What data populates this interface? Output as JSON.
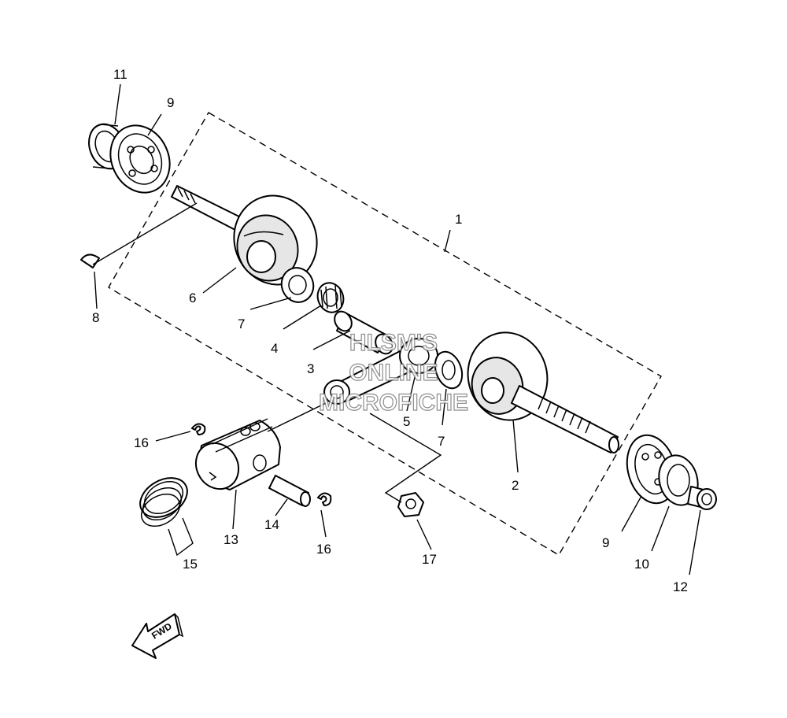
{
  "callouts": {
    "c1": "1",
    "c2": "2",
    "c3": "3",
    "c4": "4",
    "c5": "5",
    "c6": "6",
    "c7a": "7",
    "c7b": "7",
    "c8": "8",
    "c9a": "9",
    "c9b": "9",
    "c10": "10",
    "c11": "11",
    "c12": "12",
    "c13": "13",
    "c14": "14",
    "c15": "15",
    "c16a": "16",
    "c16b": "16",
    "c17": "17"
  },
  "watermark": {
    "line1": "HLSM'S",
    "line2": "ONLINE",
    "line3": "MICROFICHE"
  },
  "fwd": {
    "label": "FWD"
  },
  "colors": {
    "ink": "#000000",
    "shade": "#e6e6e6",
    "watermark": "#7a7a7a"
  }
}
